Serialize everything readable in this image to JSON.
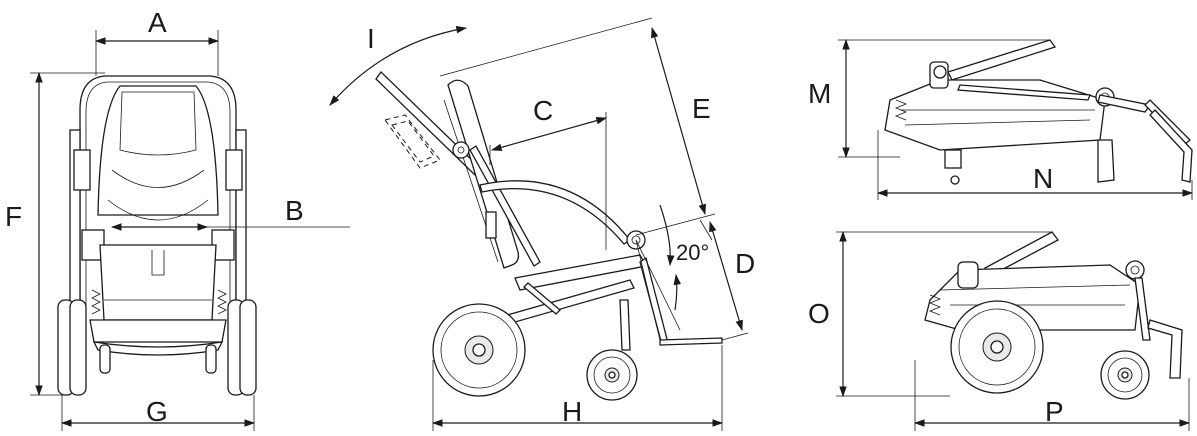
{
  "figure": {
    "dimension_labels": {
      "A": "A",
      "B": "B",
      "C": "C",
      "D": "D",
      "E": "E",
      "F": "F",
      "G": "G",
      "H": "H",
      "I": "I",
      "M": "M",
      "N": "N",
      "O": "O",
      "P": "P"
    },
    "angle_label": "20°",
    "colors": {
      "line": "#1a1a1a",
      "fill": "#ffffff",
      "shade": "#e9e9e9"
    }
  }
}
